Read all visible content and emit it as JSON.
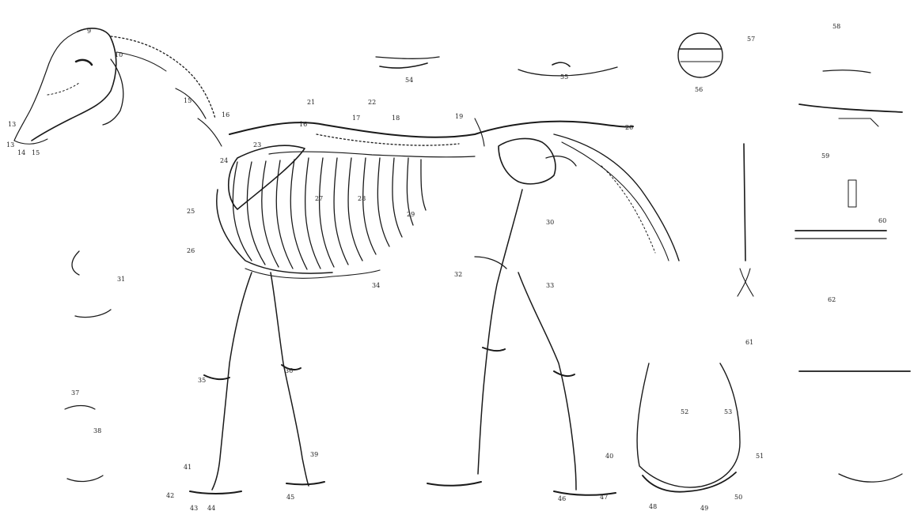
{
  "plate": {
    "labels": [
      "13",
      "14",
      "15",
      "13",
      "9",
      "10",
      "15",
      "16",
      "16",
      "17",
      "18",
      "19",
      "20",
      "21",
      "22",
      "23",
      "24",
      "25",
      "26",
      "27",
      "28",
      "29",
      "30",
      "31",
      "32",
      "33",
      "34",
      "35",
      "36",
      "37",
      "38",
      "39",
      "40",
      "41",
      "42",
      "43",
      "44",
      "45",
      "46",
      "47",
      "48",
      "49",
      "50",
      "51",
      "52",
      "53",
      "54",
      "55",
      "56",
      "57",
      "58",
      "59",
      "60",
      "61",
      "62"
    ]
  }
}
